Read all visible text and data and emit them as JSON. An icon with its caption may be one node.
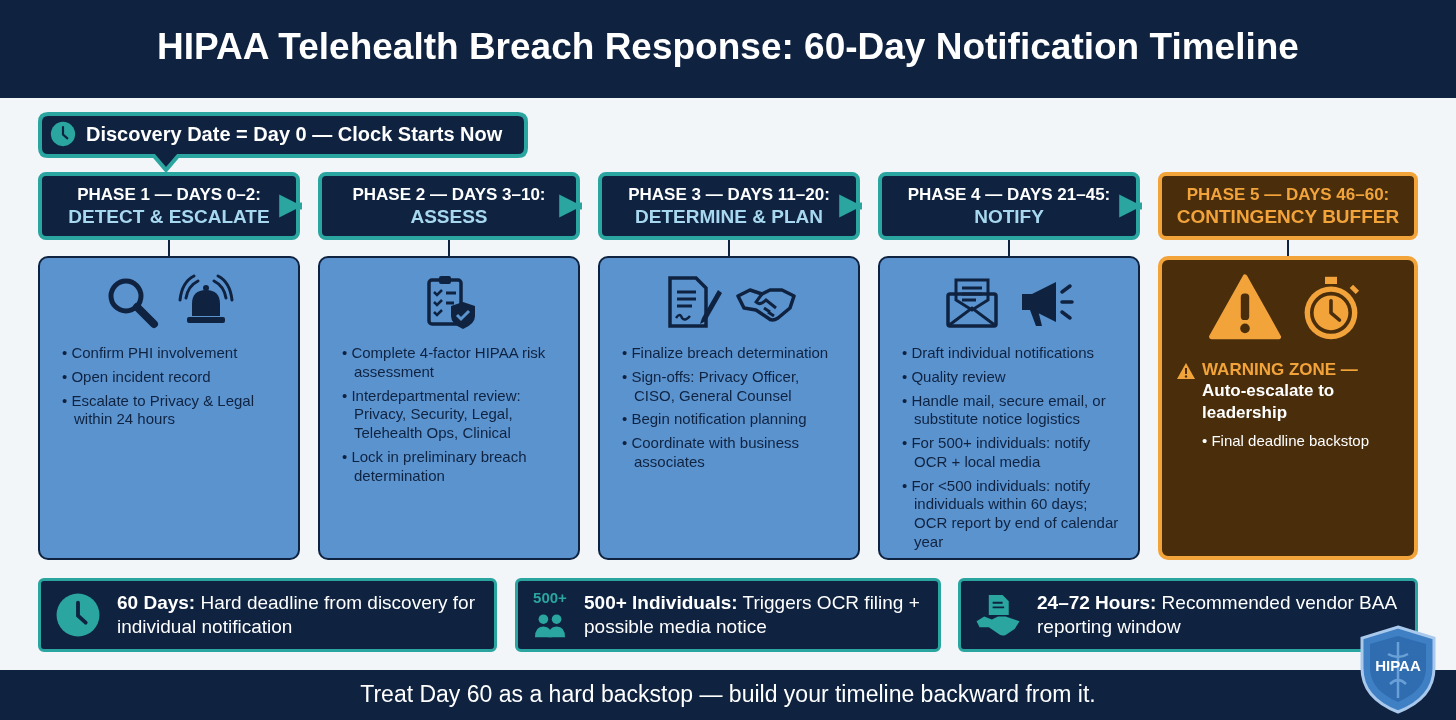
{
  "diagram": {
    "title": "HIPAA Telehealth Breach Response: 60-Day Notification Timeline",
    "caption": "Treat Day 60 as a hard backstop — build your timeline backward from it.",
    "nodes": [
      {
        "text": [
          "Discovery Date = Day 0 — Clock Starts Now"
        ]
      },
      {
        "text": [
          "PHASE 1 — DAYS 0–2:",
          "DETECT & ESCALATE"
        ]
      },
      {
        "text": [
          "PHASE 2 — DAYS 3–10:",
          "ASSESS"
        ]
      },
      {
        "text": [
          "PHASE 3 — DAYS 11–20:",
          "DETERMINE & PLAN"
        ]
      },
      {
        "text": [
          "PHASE 4 — DAYS 21–45:",
          "NOTIFY"
        ]
      },
      {
        "text": [
          "PHASE 5 — DAYS 46–60:",
          "CONTINGENCY BUFFER"
        ]
      },
      {
        "text": [
          "• Confirm PHI involvement",
          "• Open incident record",
          "• Escalate to Privacy & Legal within 24 hours"
        ]
      },
      {
        "text": [
          "• Complete 4-factor HIPAA risk assessment",
          "• Interdepartmental review: Privacy, Security, Legal, Telehealth Ops, Clinical",
          "• Lock in preliminary breach determination"
        ]
      },
      {
        "text": [
          "• Finalize breach determination",
          "• Sign-offs: Privacy Officer, CISO, General Counsel",
          "• Begin notification planning",
          "• Coordinate with business associates"
        ]
      },
      {
        "text": [
          "• Draft individual notifications",
          "• Quality review",
          "• Handle mail, secure email, or substitute notice logistics",
          "• For 500+ individuals: notify OCR + local media",
          "• For <500 individuals: notify individuals within 60 days; OCR report by end of calendar year"
        ]
      },
      {
        "text": [
          "WARNING ZONE —",
          "Auto-escalate to leadership",
          "• Final deadline backstop"
        ]
      },
      {
        "text": [
          "**60 Days:** Hard deadline from discovery for individual notification"
        ]
      },
      {
        "text": [
          "500+",
          "**500+ Individuals:** Triggers OCR filing + possible media notice"
        ]
      },
      {
        "text": [
          "**24–72 Hours:** Recommended vendor BAA reporting window"
        ]
      }
    ],
    "edges": [
      {
        "from": 1,
        "to": 2,
        "arrow": "to",
        "style": "thick",
        "color": "#2aa5a0"
      },
      {
        "from": 2,
        "to": 3,
        "arrow": "to",
        "style": "thick",
        "color": "#2aa5a0"
      },
      {
        "from": 3,
        "to": 4,
        "arrow": "to",
        "style": "thick",
        "color": "#2aa5a0"
      },
      {
        "from": 4,
        "to": 5,
        "arrow": "to",
        "style": "thick",
        "color": "#2aa5a0"
      },
      {
        "from": 1,
        "to": 6,
        "arrow": "none"
      },
      {
        "from": 2,
        "to": 7,
        "arrow": "none"
      },
      {
        "from": 3,
        "to": 8,
        "arrow": "none"
      },
      {
        "from": 4,
        "to": 9,
        "arrow": "none"
      },
      {
        "from": 5,
        "to": 10,
        "arrow": "none"
      }
    ],
    "labels": [
      "HIPAA"
    ]
  }
}
